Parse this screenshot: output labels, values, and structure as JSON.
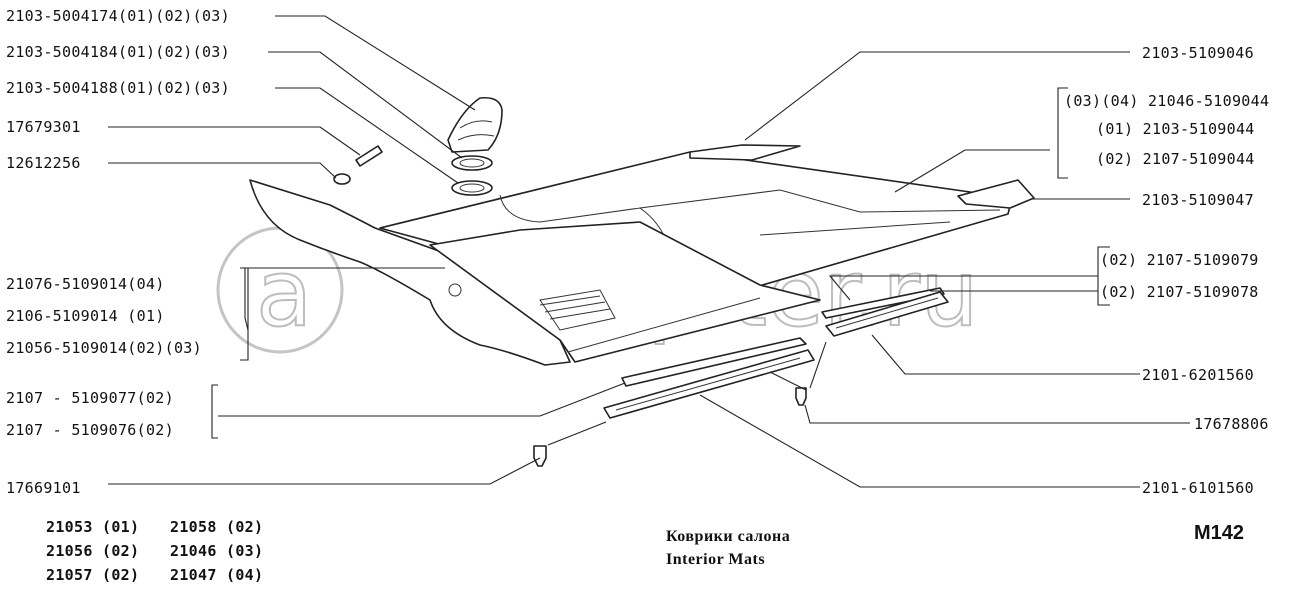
{
  "watermark": {
    "text": "autopiter.ru",
    "symbol": "a"
  },
  "labels_left": {
    "l1": "2103-5004174(01)(02)(03)",
    "l2": "2103-5004184(01)(02)(03)",
    "l3": "2103-5004188(01)(02)(03)",
    "l4": "17679301",
    "l5": "12612256",
    "l6": "21076-5109014(04)",
    "l7": "2106-5109014 (01)",
    "l8": "21056-5109014(02)(03)",
    "l9": "2107 - 5109077(02)",
    "l10": "2107 - 5109076(02)",
    "l11": "17669101"
  },
  "labels_right": {
    "r1": "2103-5109046",
    "r2": "(03)(04) 21046-5109044",
    "r3": "(01) 2103-5109044",
    "r4": "(02) 2107-5109044",
    "r5": "2103-5109047",
    "r6": "(02) 2107-5109079",
    "r7": "(02) 2107-5109078",
    "r8": "2101-6201560",
    "r9": "17678806",
    "r10": "2101-6101560"
  },
  "models": {
    "m1": "21053 (01)",
    "m2": "21058 (02)",
    "m3": "21056 (02)",
    "m4": "21046 (03)",
    "m5": "21057 (02)",
    "m6": "21047 (04)"
  },
  "title_ru": "Коврики салона",
  "title_en": "Interior Mats",
  "figure_code": "M142"
}
